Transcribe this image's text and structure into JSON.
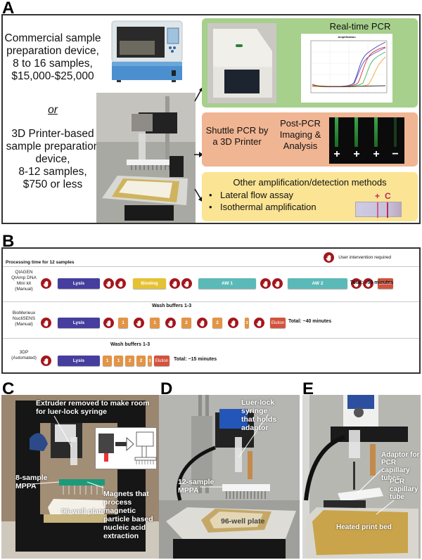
{
  "panels": {
    "a": {
      "letter": "A",
      "commercial_text": [
        "Commercial sample",
        "preparation device,",
        "8 to 16 samples,",
        "$15,000-$25,000"
      ],
      "or_text": "or",
      "printer_text": [
        "3D Printer-based",
        "sample preparation",
        "device,",
        "8-12 samples,",
        "$750 or less"
      ],
      "realtime_pcr": {
        "title": "Real-time PCR",
        "plot_title": "Amplification",
        "xlabel": "Cycles",
        "ylabel": "RFU",
        "x_ticks": [
          "0",
          "10",
          "20",
          "30",
          "40"
        ],
        "y_ticks": [
          "0",
          "100",
          "200",
          "300",
          "400"
        ]
      },
      "shuttle": {
        "text": [
          "Shuttle PCR by",
          "a 3D Printer"
        ],
        "post_pcr": [
          "Post-PCR",
          "Imaging &",
          "Analysis"
        ],
        "results": [
          "+",
          "+",
          "+",
          "−"
        ]
      },
      "other": {
        "title": "Other amplification/detection methods",
        "items": [
          "Lateral flow assay",
          "Isothermal amplification"
        ],
        "strip_labels": [
          "+",
          "C"
        ]
      }
    },
    "b": {
      "letter": "B",
      "header": "Processing time for 12 samples",
      "legend": "User intervention required",
      "colors": {
        "hand": "#a3161c",
        "lysis": "#453e9e",
        "binding": "#e5c233",
        "aw": "#5bbab8",
        "wash": "#e29447",
        "elution": "#d3523d"
      },
      "rows": [
        {
          "label": [
            "QIAGEN",
            "QIAmp DNA",
            "Mini kit",
            "(Manual)"
          ],
          "total": "Total: ~50 minutes",
          "steps": [
            "Lysis",
            "Binding",
            "AW 1",
            "AW 2",
            "Elution"
          ]
        },
        {
          "label": [
            "BioMerieux",
            "NucliSENS",
            "(Manual)"
          ],
          "wash_label": "Wash buffers 1-3",
          "total": "Total: ~40 minutes",
          "steps": [
            "Lysis",
            "1",
            "1",
            "2",
            "2",
            "3",
            "Elution"
          ]
        },
        {
          "label": [
            "3DP",
            "(Automated)"
          ],
          "wash_label": "Wash buffers 1-3",
          "total": "Total: ~15 minutes",
          "steps": [
            "Lysis",
            "1",
            "1",
            "2",
            "2",
            "3",
            "Elution"
          ]
        }
      ]
    },
    "c": {
      "letter": "C",
      "annotations": {
        "extruder": [
          "Extruder removed to make room",
          "for luer-lock syringe"
        ],
        "mppa": [
          "8-sample",
          "MPPA"
        ],
        "magnets": [
          "Magnets that",
          "process magnetic",
          "particle based",
          "nucleic acid",
          "extraction"
        ],
        "plate": "96-well plate"
      }
    },
    "d": {
      "letter": "D",
      "annotations": {
        "syringe": [
          "Luer-lock syringe",
          "that holds adaptor"
        ],
        "mppa": [
          "12-sample",
          "MPPA"
        ],
        "plate": "96-well plate"
      }
    },
    "e": {
      "letter": "E",
      "annotations": {
        "adaptor": [
          "Adaptor for",
          "PCR capillary",
          "tubes"
        ],
        "tube": [
          "PCR",
          "capillary",
          "tube"
        ],
        "bed": "Heated print bed"
      }
    }
  }
}
